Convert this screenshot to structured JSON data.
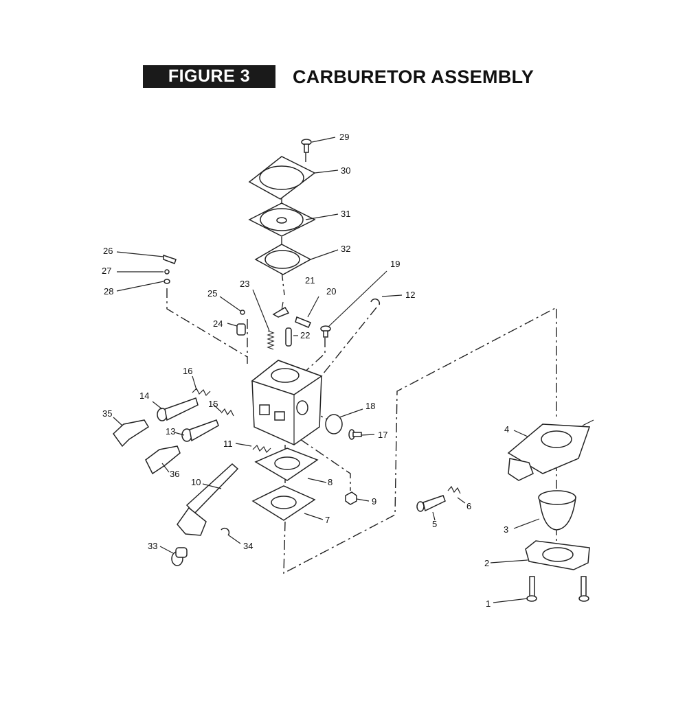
{
  "header": {
    "figure_label": "FIGURE 3",
    "title": "CARBURETOR ASSEMBLY"
  },
  "parts": [
    {
      "id": "p1",
      "label": "1"
    },
    {
      "id": "p2",
      "label": "2"
    },
    {
      "id": "p3",
      "label": "3"
    },
    {
      "id": "p4",
      "label": "4"
    },
    {
      "id": "p5",
      "label": "5"
    },
    {
      "id": "p6",
      "label": "6"
    },
    {
      "id": "p7",
      "label": "7"
    },
    {
      "id": "p8",
      "label": "8"
    },
    {
      "id": "p9",
      "label": "9"
    },
    {
      "id": "p10",
      "label": "10"
    },
    {
      "id": "p11",
      "label": "11"
    },
    {
      "id": "p12",
      "label": "12"
    },
    {
      "id": "p13",
      "label": "13"
    },
    {
      "id": "p14",
      "label": "14"
    },
    {
      "id": "p15",
      "label": "15"
    },
    {
      "id": "p16",
      "label": "16"
    },
    {
      "id": "p17",
      "label": "17"
    },
    {
      "id": "p18",
      "label": "18"
    },
    {
      "id": "p19",
      "label": "19"
    },
    {
      "id": "p20",
      "label": "20"
    },
    {
      "id": "p21",
      "label": "21"
    },
    {
      "id": "p22",
      "label": "22"
    },
    {
      "id": "p23",
      "label": "23"
    },
    {
      "id": "p24",
      "label": "24"
    },
    {
      "id": "p25",
      "label": "25"
    },
    {
      "id": "p26",
      "label": "26"
    },
    {
      "id": "p27",
      "label": "27"
    },
    {
      "id": "p28",
      "label": "28"
    },
    {
      "id": "p29",
      "label": "29"
    },
    {
      "id": "p30",
      "label": "30"
    },
    {
      "id": "p31",
      "label": "31"
    },
    {
      "id": "p32",
      "label": "32"
    },
    {
      "id": "p33",
      "label": "33"
    },
    {
      "id": "p34",
      "label": "34"
    },
    {
      "id": "p35",
      "label": "35"
    },
    {
      "id": "p36",
      "label": "36"
    }
  ]
}
